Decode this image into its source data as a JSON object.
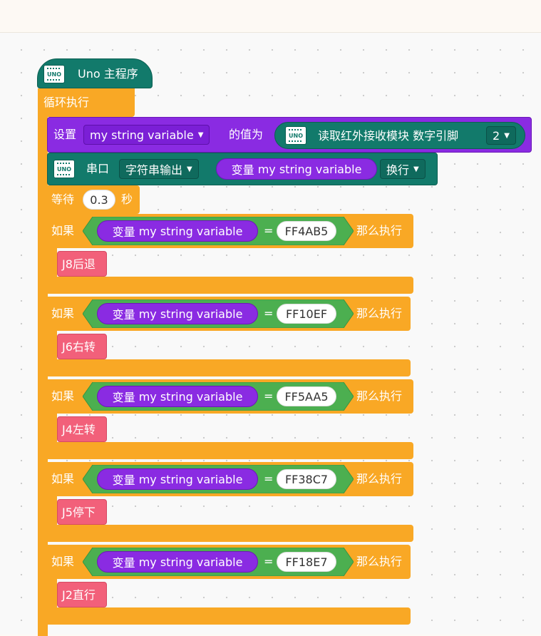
{
  "hat": {
    "label": "Uno 主程序",
    "icon": "uno-board-icon"
  },
  "loop": {
    "label": "循环执行"
  },
  "set_block": {
    "set_label": "设置",
    "variable": "my string variable",
    "value_label": "的值为",
    "reader_label": "读取红外接收模块 数字引脚",
    "pin": "2"
  },
  "serial_block": {
    "label": "串口",
    "mode": "字符串输出",
    "var_prefix": "变量",
    "variable": "my string variable",
    "newline": "换行"
  },
  "wait_block": {
    "label": "等待",
    "value": "0.3",
    "unit": "秒"
  },
  "if_blocks": [
    {
      "if_label": "如果",
      "var_prefix": "变量",
      "variable": "my string variable",
      "op": "=",
      "code": "FF4AB5",
      "then_label": "那么执行",
      "action": "J8后退"
    },
    {
      "if_label": "如果",
      "var_prefix": "变量",
      "variable": "my string variable",
      "op": "=",
      "code": "FF10EF",
      "then_label": "那么执行",
      "action": "J6右转"
    },
    {
      "if_label": "如果",
      "var_prefix": "变量",
      "variable": "my string variable",
      "op": "=",
      "code": "FF5AA5",
      "then_label": "那么执行",
      "action": "J4左转"
    },
    {
      "if_label": "如果",
      "var_prefix": "变量",
      "variable": "my string variable",
      "op": "=",
      "code": "FF38C7",
      "then_label": "那么执行",
      "action": "J5停下"
    },
    {
      "if_label": "如果",
      "var_prefix": "变量",
      "variable": "my string variable",
      "op": "=",
      "code": "FF18E7",
      "then_label": "那么执行",
      "action": "J2直行"
    }
  ],
  "colors": {
    "control": "#f9a825",
    "board": "#127a6b",
    "variable": "#8a2be2",
    "logic": "#4caf50",
    "function": "#f2607a"
  }
}
